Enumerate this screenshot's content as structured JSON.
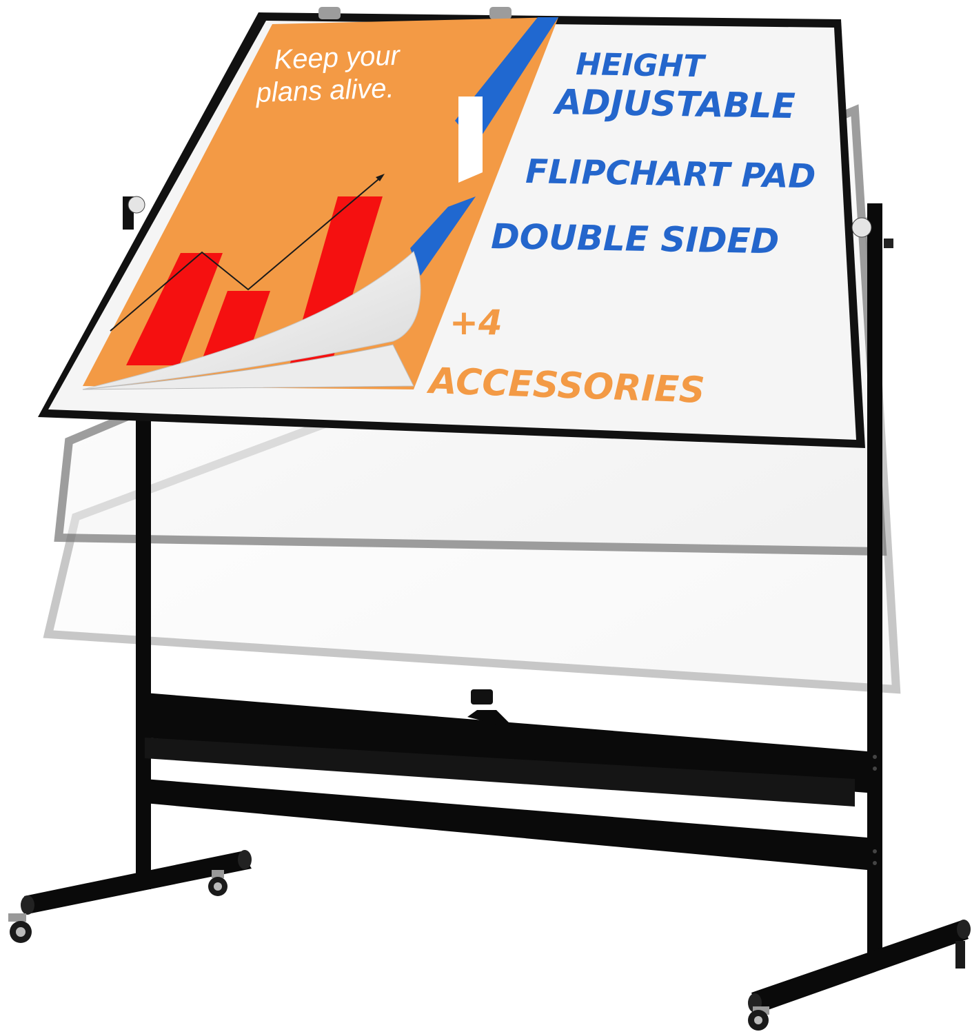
{
  "product": {
    "type": "mobile double-sided whiteboard with flipchart pad",
    "colors": {
      "frame": "#111111",
      "stand": "#0a0a0a",
      "board_surface": "#f4f4f4",
      "flipchart_orange": "#f39a45",
      "accent_blue": "#2068d0",
      "bar_red": "#f51010",
      "feature_text_blue": "#2466cc",
      "feature_text_orange": "#f39a45"
    }
  },
  "flipchart": {
    "slogan_line1": "Keep your",
    "slogan_line2": "plans alive.",
    "chart_bars": [
      3,
      2,
      5
    ],
    "trend": "up"
  },
  "features": {
    "line1": "HEIGHT",
    "line2": "ADJUSTABLE",
    "line3": "FLIPCHART PAD",
    "line4": "DOUBLE SIDED",
    "line5": "+4",
    "line6": "ACCESSORIES"
  }
}
